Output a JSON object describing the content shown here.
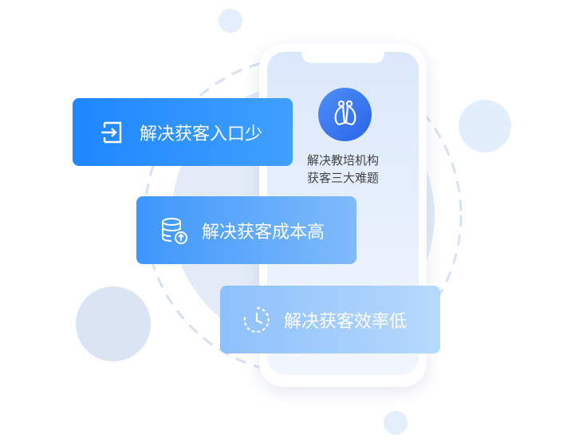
{
  "phone": {
    "logo_icon": "butterfly-logo-icon",
    "caption_line1": "解决教培机构",
    "caption_line2": "获客三大难题"
  },
  "cards": [
    {
      "label": "解决获客入口少",
      "icon": "entry-icon"
    },
    {
      "label": "解决获客成本高",
      "icon": "database-upload-icon"
    },
    {
      "label": "解决获客效率低",
      "icon": "clock-icon"
    }
  ],
  "colors": {
    "primary": "#1e86ff",
    "light": "#dce9fb"
  }
}
